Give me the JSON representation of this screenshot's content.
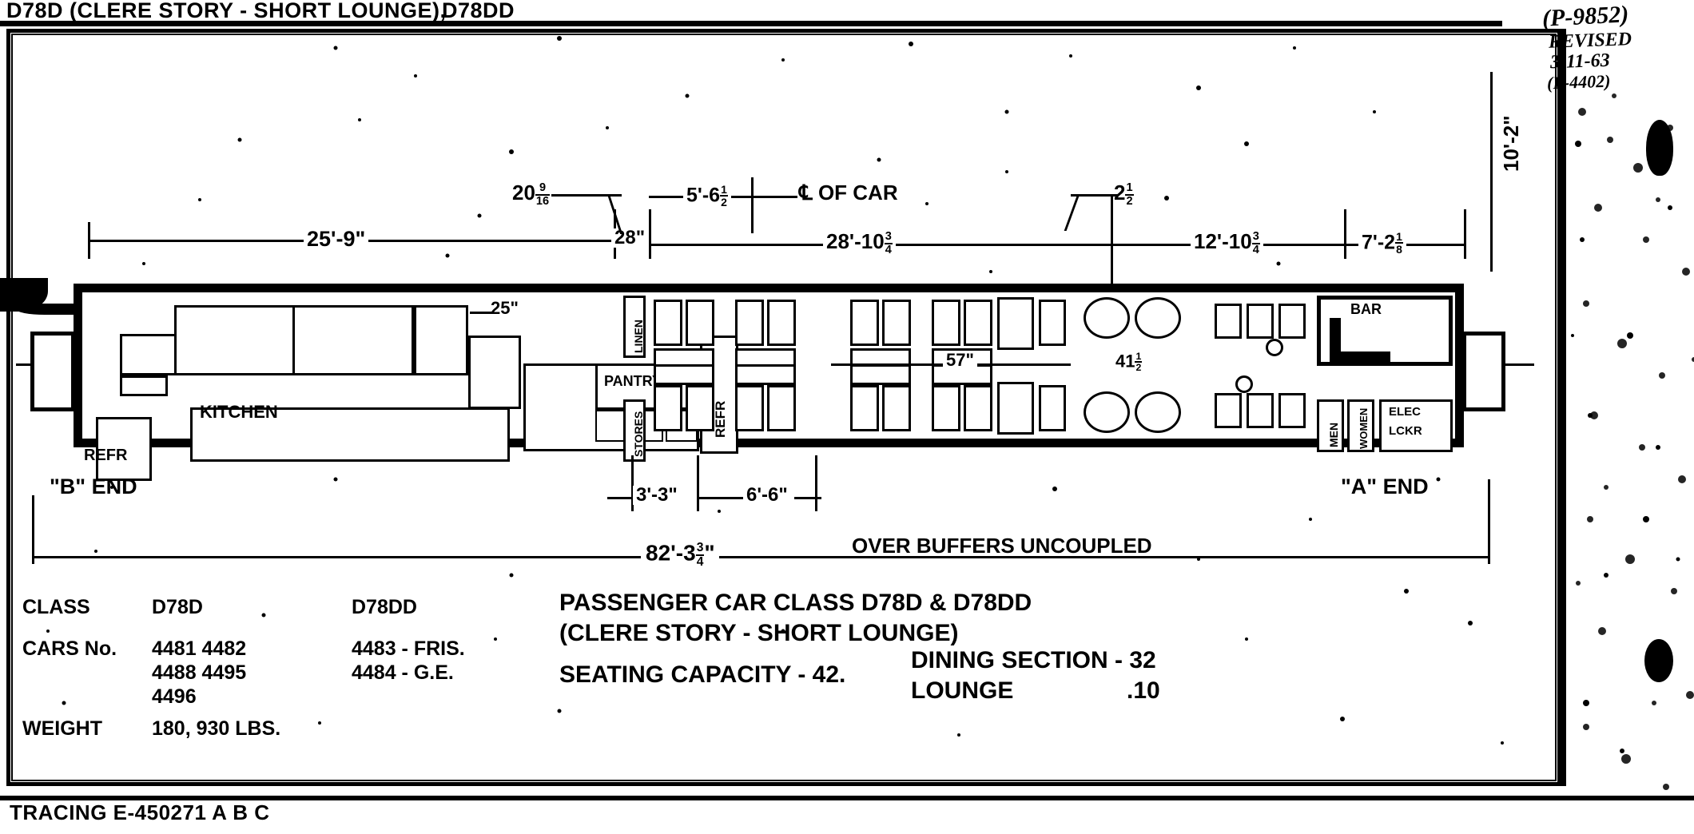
{
  "header": {
    "title_left": "D78D (CLERE STORY - SHORT LOUNGE),",
    "title_right": "D78DD"
  },
  "revision_note": {
    "line1": "(P-9852)",
    "line2": "REVISED",
    "line3": "3-11-63",
    "line4": "(P-4402)"
  },
  "footer": {
    "tracing": "TRACING E-450271 A B C"
  },
  "plan": {
    "end_b": "\"B\" END",
    "end_a": "\"A\" END",
    "rooms": [
      {
        "name": "KITCHEN",
        "label": "KITCHEN"
      },
      {
        "name": "refrigerator-left",
        "label": "REFR"
      },
      {
        "name": "pantry",
        "label": "PANTRY"
      },
      {
        "name": "refrigerator-right",
        "label": "REFR"
      },
      {
        "name": "bar",
        "label": "BAR"
      },
      {
        "name": "electrical-locker",
        "label": "ELEC\nLCKR"
      },
      {
        "name": "pantry-vertical",
        "label": "PANTRY"
      },
      {
        "name": "mens-toilet",
        "label": "MEN"
      },
      {
        "name": "womens-toilet",
        "label": "WOMEN"
      },
      {
        "name": "linen",
        "label": "LINEN"
      },
      {
        "name": "stores",
        "label": "STORES"
      }
    ]
  },
  "dimensions": {
    "d_25_9": {
      "whole": "25'-9",
      "unit": "\"",
      "label": "25'-9\""
    },
    "d_20_9_16": {
      "whole": "20",
      "num": "9",
      "den": "16",
      "unit": "\"",
      "label": "20 9/16\""
    },
    "d_28": {
      "whole": "28",
      "unit": "\"",
      "label": "28\""
    },
    "d_25_small": {
      "whole": "25",
      "unit": "\"",
      "label": "25\""
    },
    "d_5_6_half": {
      "whole": "5'-6",
      "num": "1",
      "den": "2",
      "unit": "\"",
      "label": "5'-6 1/2\""
    },
    "cl_of_car": {
      "label": "OF CAR",
      "symbol": "℄"
    },
    "d_2_half": {
      "whole": "2",
      "num": "1",
      "den": "2",
      "unit": "\"",
      "label": "2 1/2\""
    },
    "d_28_10_34": {
      "whole": "28'-10",
      "num": "3",
      "den": "4",
      "unit": "\"",
      "label": "28'-10 3/4\""
    },
    "d_12_10_34": {
      "whole": "12'-10",
      "num": "3",
      "den": "4",
      "unit": "\"",
      "label": "12'-10 3/4\""
    },
    "d_7_2_18": {
      "whole": "7'-2",
      "num": "1",
      "den": "8",
      "unit": "\"",
      "label": "7'-2 1/8\""
    },
    "d_3_3": {
      "whole": "3'-3",
      "unit": "\"",
      "label": "3'-3\""
    },
    "d_6_6": {
      "whole": "6'-6",
      "unit": "\"",
      "label": "6'-6\""
    },
    "d_57": {
      "whole": "57",
      "unit": "\"",
      "label": "57\""
    },
    "d_41_half": {
      "whole": "41",
      "num": "1",
      "den": "2",
      "unit": "\"",
      "label": "41 1/2\""
    },
    "d_10_2": {
      "whole": "10'-2",
      "unit": "\"",
      "label": "10'-2\""
    },
    "d_overall": {
      "whole": "82'-3",
      "num": "3",
      "den": "4",
      "unit": "\"",
      "label": "82'-3 3/4\""
    },
    "over_buffers": "OVER BUFFERS UNCOUPLED"
  },
  "spec_table": {
    "rows": [
      {
        "name": "class",
        "label": "CLASS",
        "col1": "D78D",
        "col2": "D78DD"
      },
      {
        "name": "cars-no",
        "label": "CARS No.",
        "col1": "4481  4482",
        "col2": "4483 - FRIS."
      },
      {
        "name": "cars-no-2",
        "label": "",
        "col1": "4488  4495",
        "col2": "4484 - G.E."
      },
      {
        "name": "cars-no-3",
        "label": "",
        "col1": "4496",
        "col2": ""
      },
      {
        "name": "weight",
        "label": "WEIGHT",
        "col1": "180, 930 LBS.",
        "col2": ""
      }
    ]
  },
  "title_block": {
    "line1": "PASSENGER CAR CLASS D78D & D78DD",
    "line2": "(CLERE STORY - SHORT LOUNGE)",
    "seating": "SEATING CAPACITY - 42.",
    "dining_label": "DINING SECTION - 32",
    "lounge_label": "LOUNGE",
    "lounge_value": ".10"
  },
  "colors": {
    "ink": "#000000",
    "paper": "#ffffff"
  }
}
